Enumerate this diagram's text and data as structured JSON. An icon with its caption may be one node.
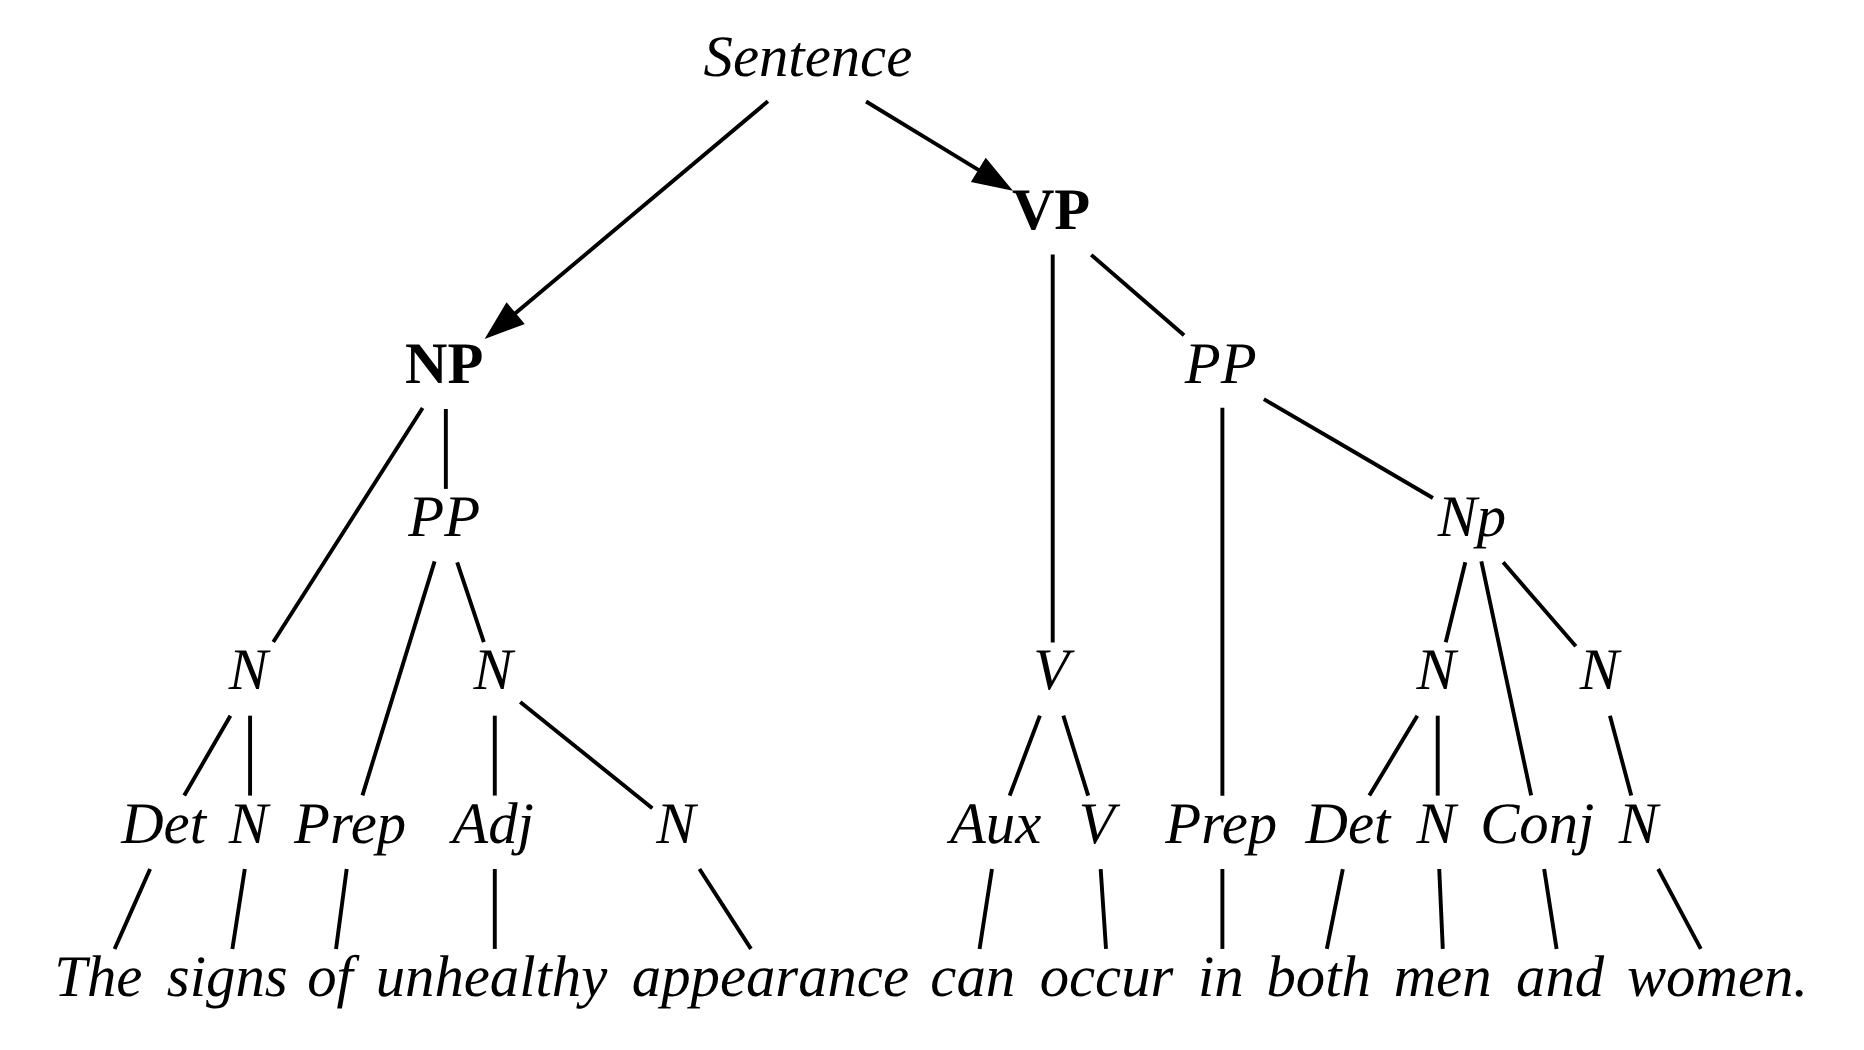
{
  "diagram": {
    "nodes": [
      {
        "text": [
          "Sentence"
        ]
      },
      {
        "text": [
          "NP"
        ]
      },
      {
        "text": [
          "VP"
        ]
      },
      {
        "text": [
          "N"
        ]
      },
      {
        "text": [
          "PP"
        ]
      },
      {
        "text": [
          "V"
        ]
      },
      {
        "text": [
          "PP"
        ]
      },
      {
        "text": [
          "Np"
        ]
      },
      {
        "text": [
          "N"
        ]
      },
      {
        "text": [
          "N"
        ]
      },
      {
        "text": [
          "N"
        ]
      },
      {
        "text": [
          "Det"
        ]
      },
      {
        "text": [
          "N"
        ]
      },
      {
        "text": [
          "Prep"
        ]
      },
      {
        "text": [
          "Adj"
        ]
      },
      {
        "text": [
          "N"
        ]
      },
      {
        "text": [
          "Aux"
        ]
      },
      {
        "text": [
          "V"
        ]
      },
      {
        "text": [
          "Prep"
        ]
      },
      {
        "text": [
          "Det"
        ]
      },
      {
        "text": [
          "N"
        ]
      },
      {
        "text": [
          "Conj"
        ]
      },
      {
        "text": [
          "N"
        ]
      },
      {
        "text": [
          "The"
        ]
      },
      {
        "text": [
          "signs"
        ]
      },
      {
        "text": [
          "of"
        ]
      },
      {
        "text": [
          "unhealthy"
        ]
      },
      {
        "text": [
          "appearance"
        ]
      },
      {
        "text": [
          "can"
        ]
      },
      {
        "text": [
          "occur"
        ]
      },
      {
        "text": [
          "in"
        ]
      },
      {
        "text": [
          "both"
        ]
      },
      {
        "text": [
          "men"
        ]
      },
      {
        "text": [
          "and"
        ]
      },
      {
        "text": [
          "women."
        ]
      }
    ],
    "edges": [
      {
        "from": 0,
        "to": 1,
        "arrow": "to"
      },
      {
        "from": 0,
        "to": 2,
        "arrow": "to"
      },
      {
        "from": 1,
        "to": 3,
        "arrow": "none"
      },
      {
        "from": 1,
        "to": 4,
        "arrow": "none"
      },
      {
        "from": 2,
        "to": 5,
        "arrow": "none"
      },
      {
        "from": 2,
        "to": 6,
        "arrow": "none"
      },
      {
        "from": 6,
        "to": 7,
        "arrow": "none"
      },
      {
        "from": 4,
        "to": 8,
        "arrow": "none"
      },
      {
        "from": 7,
        "to": 9,
        "arrow": "none"
      },
      {
        "from": 7,
        "to": 10,
        "arrow": "none"
      },
      {
        "from": 3,
        "to": 11,
        "arrow": "none"
      },
      {
        "from": 3,
        "to": 12,
        "arrow": "none"
      },
      {
        "from": 4,
        "to": 13,
        "arrow": "none"
      },
      {
        "from": 8,
        "to": 14,
        "arrow": "none"
      },
      {
        "from": 8,
        "to": 15,
        "arrow": "none"
      },
      {
        "from": 5,
        "to": 16,
        "arrow": "none"
      },
      {
        "from": 5,
        "to": 17,
        "arrow": "none"
      },
      {
        "from": 6,
        "to": 18,
        "arrow": "none"
      },
      {
        "from": 9,
        "to": 19,
        "arrow": "none"
      },
      {
        "from": 9,
        "to": 20,
        "arrow": "none"
      },
      {
        "from": 7,
        "to": 21,
        "arrow": "none"
      },
      {
        "from": 10,
        "to": 22,
        "arrow": "none"
      },
      {
        "from": 11,
        "to": 23,
        "arrow": "none"
      },
      {
        "from": 12,
        "to": 24,
        "arrow": "none"
      },
      {
        "from": 13,
        "to": 25,
        "arrow": "none"
      },
      {
        "from": 14,
        "to": 26,
        "arrow": "none"
      },
      {
        "from": 15,
        "to": 27,
        "arrow": "none"
      },
      {
        "from": 16,
        "to": 28,
        "arrow": "none"
      },
      {
        "from": 17,
        "to": 29,
        "arrow": "none"
      },
      {
        "from": 18,
        "to": 30,
        "arrow": "none"
      },
      {
        "from": 19,
        "to": 31,
        "arrow": "none"
      },
      {
        "from": 20,
        "to": 32,
        "arrow": "none"
      },
      {
        "from": 21,
        "to": 33,
        "arrow": "none"
      },
      {
        "from": 22,
        "to": 34,
        "arrow": "none"
      }
    ]
  }
}
